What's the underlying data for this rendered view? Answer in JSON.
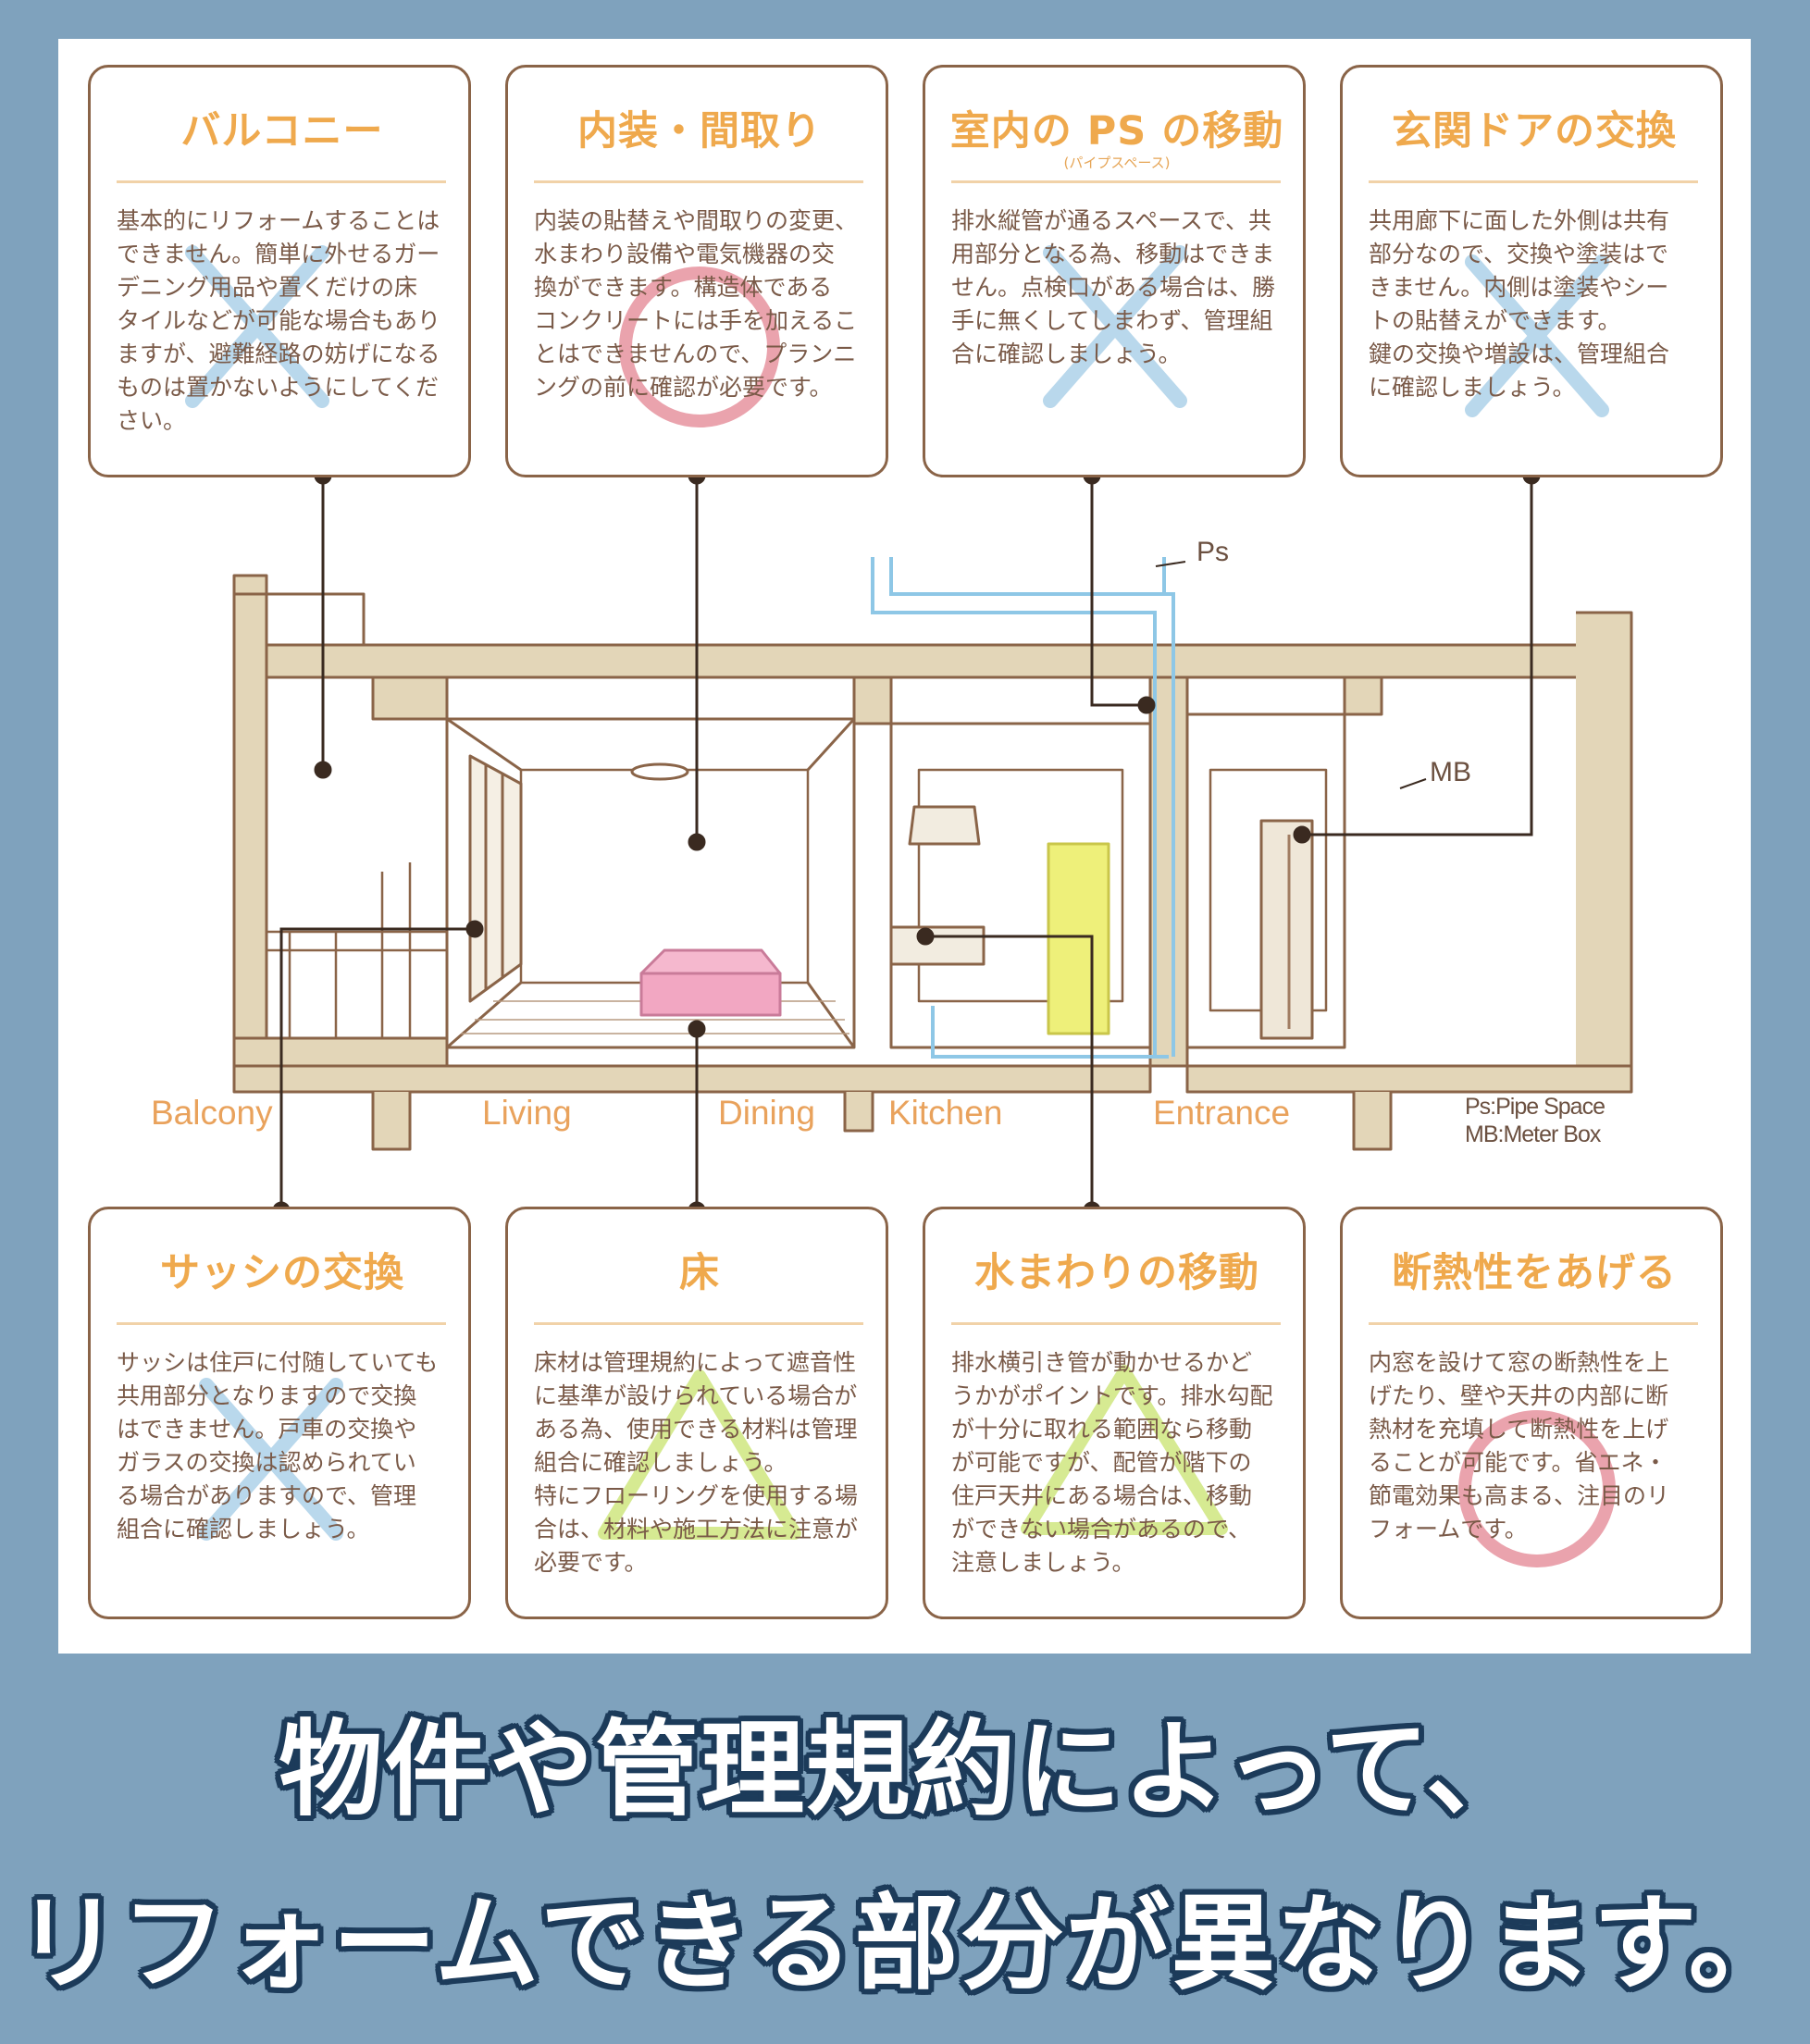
{
  "colors": {
    "page_background": "#7fa2bd",
    "panel_background": "#ffffff",
    "card_border": "#8a6448",
    "card_title": "#efa94d",
    "card_body": "#7a5a48",
    "mark_cross": "#b9d8ec",
    "mark_circle": "#eaa3ad",
    "mark_triangle": "#d6ea92",
    "room_label": "#e9a25c",
    "pipe": "#8ec7e6",
    "caption_text": "#ffffff",
    "caption_outline": "#1c3b5a"
  },
  "cards": [
    {
      "title": "バルコニー",
      "subtitle": "",
      "mark": "cross-mark",
      "body": "基本的にリフォームすることは\nできません。簡単に外せるガー\nデニング用品や置くだけの床\nタイルなどが可能な場合もあり\nますが、避難経路の妨げになる\nものは置かないようにしてくだ\nさい。"
    },
    {
      "title": "内装・間取り",
      "subtitle": "",
      "mark": "circle-mark",
      "body": "内装の貼替えや間取りの変更、\n水まわり設備や電気機器の交\n換ができます。構造体である\nコンクリートには手を加えるこ\nとはできませんので、プランニ\nングの前に確認が必要です。"
    },
    {
      "title": "室内の PS の移動",
      "subtitle": "(パイプスペース)",
      "mark": "cross-mark",
      "body": "排水縦管が通るスペースで、共\n用部分となる為、移動はできま\nせん。点検口がある場合は、勝\n手に無くしてしまわず、管理組\n合に確認しましょう。"
    },
    {
      "title": "玄関ドアの交換",
      "subtitle": "",
      "mark": "cross-mark",
      "body": "共用廊下に面した外側は共有\n部分なので、交換や塗装はで\nきません。内側は塗装やシー\nトの貼替えができます。\n鍵の交換や増設は、管理組合\nに確認しましょう。"
    },
    {
      "title": "サッシの交換",
      "subtitle": "",
      "mark": "cross-mark",
      "body": "サッシは住戸に付随していても\n共用部分となりますので交換\nはできません。戸車の交換や\nガラスの交換は認められてい\nる場合がありますので、管理\n組合に確認しましょう。"
    },
    {
      "title": "床",
      "subtitle": "",
      "mark": "triangle-mark",
      "body": "床材は管理規約によって遮音性\nに基準が設けられている場合が\nある為、使用できる材料は管理\n組合に確認しましょう。\n特にフローリングを使用する場\n合は、材料や施工方法に注意が\n必要です。"
    },
    {
      "title": "水まわりの移動",
      "subtitle": "",
      "mark": "triangle-mark",
      "body": "排水横引き管が動かせるかど\nうかがポイントです。排水勾配\nが十分に取れる範囲なら移動\nが可能ですが、配管が階下の\n住戸天井にある場合は、移動\nができない場合があるので、\n注意しましょう。"
    },
    {
      "title": "断熱性をあげる",
      "subtitle": "",
      "mark": "circle-mark",
      "body": "内窓を設けて窓の断熱性を上\nげたり、壁や天井の内部に断\n熱材を充填して断熱性を上げ\nることが可能です。省エネ・\n節電効果も高まる、注目のリ\nフォームです。"
    }
  ],
  "diagram": {
    "room_labels": [
      "Balcony",
      "Living",
      "Dining",
      "Kitchen",
      "Entrance"
    ],
    "pipe_labels": [
      "Ps",
      "MB"
    ],
    "legend": [
      "Ps:Pipe Space",
      "MB:Meter Box"
    ]
  },
  "caption": {
    "line1": "物件や管理規約によって、",
    "line2": "リフォームできる部分が異なります。"
  }
}
